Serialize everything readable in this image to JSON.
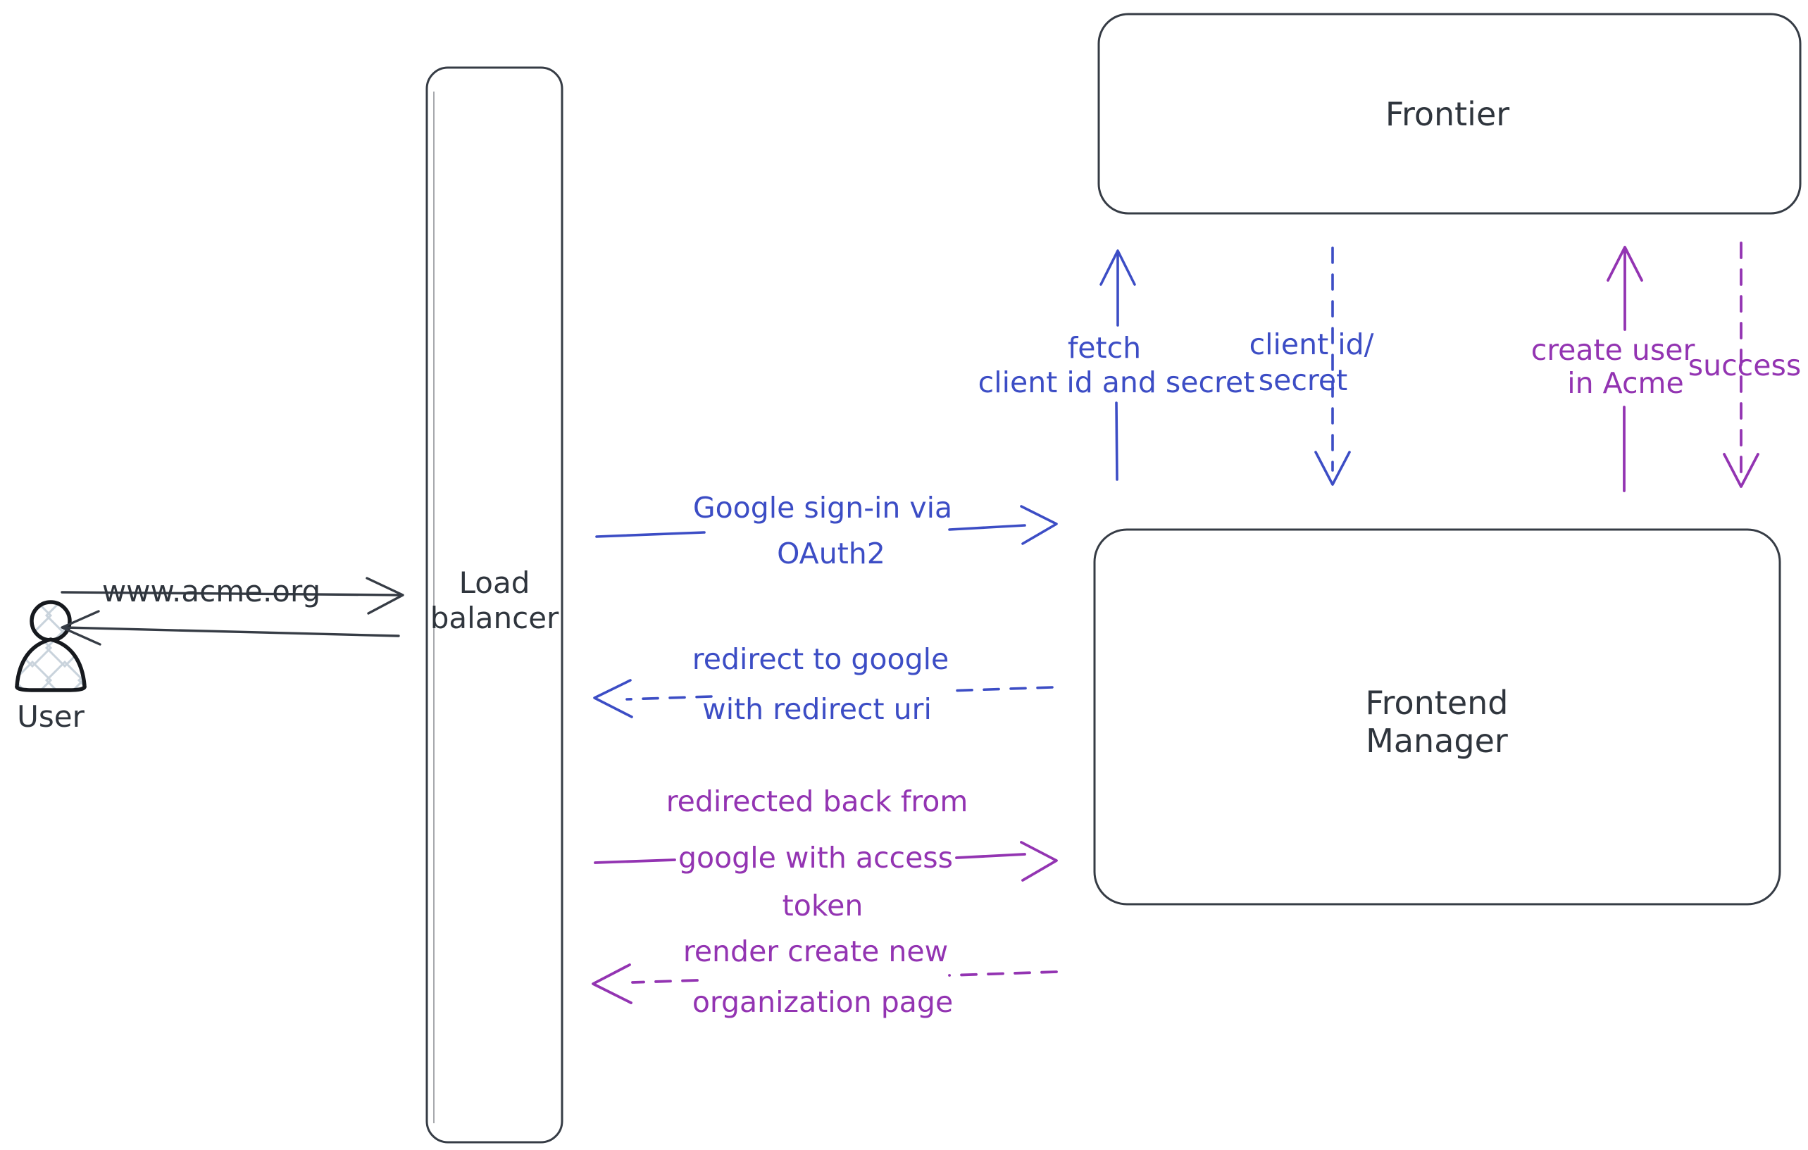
{
  "colors": {
    "ink": "#363c45",
    "ink-strong": "#16191e",
    "blue": "#3c4dc5",
    "purple": "#9334b2",
    "hatch": "#c9d3dc",
    "paper": "#ffffff"
  },
  "nodes": {
    "user": {
      "label": "User"
    },
    "load_balancer": {
      "line1": "Load",
      "line2": "balancer"
    },
    "frontier": {
      "label": "Frontier"
    },
    "frontend_manager": {
      "line1": "Frontend",
      "line2": "Manager"
    }
  },
  "edges": {
    "www": {
      "label": "www.acme.org",
      "style": "solid",
      "color": "ink",
      "direction": "right",
      "from": "User",
      "to": "Load balancer"
    },
    "lb_response": {
      "label": "",
      "style": "solid",
      "color": "ink",
      "direction": "left",
      "from": "Load balancer",
      "to": "User"
    },
    "google_signin": {
      "line1": "Google sign-in via",
      "line2": "OAuth2",
      "style": "solid",
      "color": "blue",
      "direction": "right",
      "from": "Load balancer",
      "to": "Frontend Manager"
    },
    "redirect_google": {
      "line1": "redirect to google",
      "line2": "with redirect uri",
      "style": "dashed",
      "color": "blue",
      "direction": "left",
      "from": "Frontend Manager",
      "to": "Load balancer"
    },
    "fetch_secret": {
      "line1": "fetch",
      "line2": "client id and secret",
      "style": "solid",
      "color": "blue",
      "direction": "up",
      "from": "Frontend Manager",
      "to": "Frontier"
    },
    "client_id_secret": {
      "line1": "client id/",
      "line2": "secret",
      "style": "dashed",
      "color": "blue",
      "direction": "down",
      "from": "Frontier",
      "to": "Frontend Manager"
    },
    "create_user": {
      "line1": "create user",
      "line2": "in Acme",
      "style": "solid",
      "color": "purple",
      "direction": "up",
      "from": "Frontend Manager",
      "to": "Frontier"
    },
    "success": {
      "label": "success",
      "style": "dashed",
      "color": "purple",
      "direction": "down",
      "from": "Frontier",
      "to": "Frontend Manager"
    },
    "redirected_back": {
      "line1": "redirected back from",
      "line2": "google with access",
      "line3": "token",
      "style": "solid",
      "color": "purple",
      "direction": "right",
      "from": "Load balancer",
      "to": "Frontend Manager"
    },
    "render_org": {
      "line1": "render create new",
      "line2": "organization page",
      "style": "dashed",
      "color": "purple",
      "direction": "left",
      "from": "Frontend Manager",
      "to": "Load balancer"
    }
  }
}
